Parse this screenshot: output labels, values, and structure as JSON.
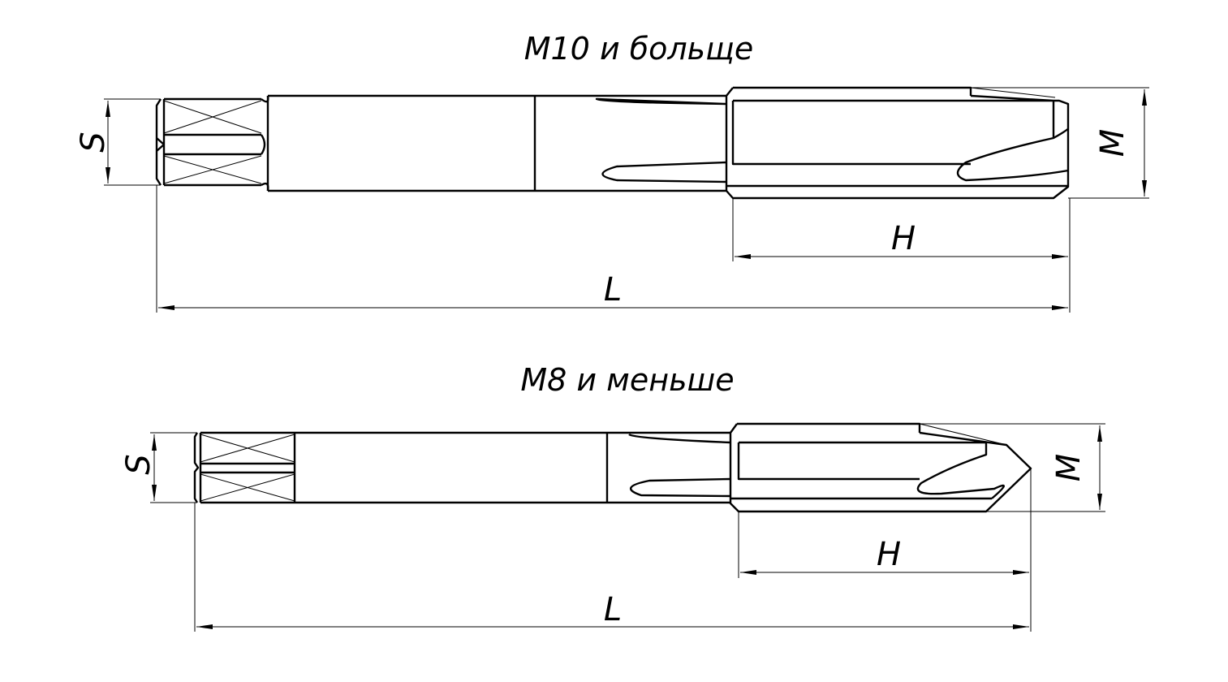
{
  "drawings": [
    {
      "title": "M10 и больще",
      "labels": {
        "s": "S",
        "m": "M",
        "h": "H",
        "l": "L"
      }
    },
    {
      "title": "M8 и меньше",
      "labels": {
        "s": "S",
        "m": "M",
        "h": "H",
        "l": "L"
      }
    }
  ],
  "colors": {
    "line": "#000000",
    "background": "#ffffff"
  }
}
